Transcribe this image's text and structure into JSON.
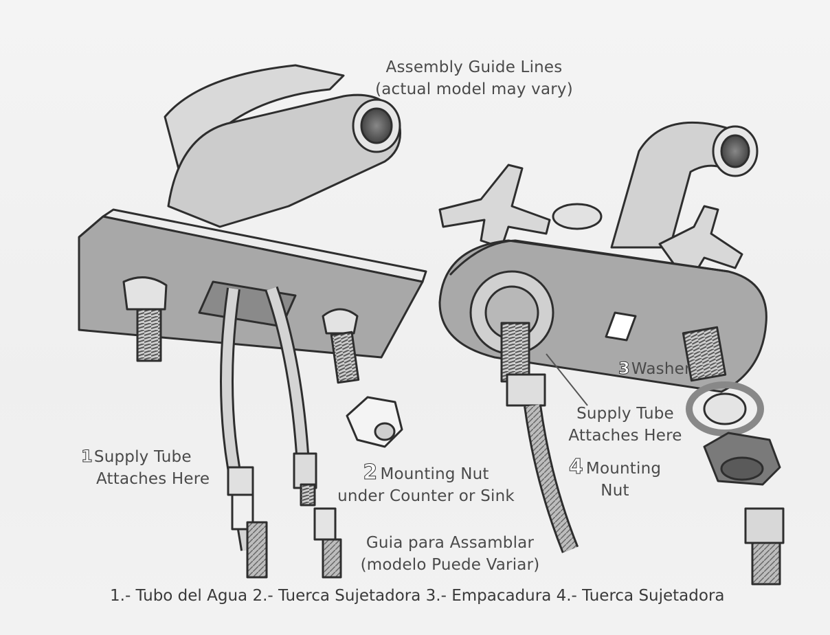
{
  "header": {
    "line1": "Assembly Guide Lines",
    "line2": "(actual model may vary)"
  },
  "callouts": {
    "c1": {
      "num": "1",
      "line1": "Supply Tube",
      "line2": "Attaches Here"
    },
    "c2": {
      "num": "2",
      "line1": "Mounting Nut",
      "line2": "under Counter or Sink"
    },
    "c3": {
      "num": "3",
      "text": "Washer"
    },
    "supply_right": {
      "line1": "Supply Tube",
      "line2": "Attaches Here"
    },
    "c4": {
      "num": "4",
      "line1": "Mounting",
      "line2": "Nut"
    }
  },
  "spanish_guide": {
    "line1": "Guia para Assamblar",
    "line2": "(modelo Puede Variar)"
  },
  "footer": "1.- Tubo del Agua 2.- Tuerca Sujetadora 3.- Empacadura 4.- Tuerca Sujetadora",
  "colors": {
    "ink": "#333333",
    "text": "#4a4a4a",
    "paper": "#f2f2f2",
    "metal_dark": "#9a9a9a",
    "metal_light": "#d6d6d6"
  }
}
